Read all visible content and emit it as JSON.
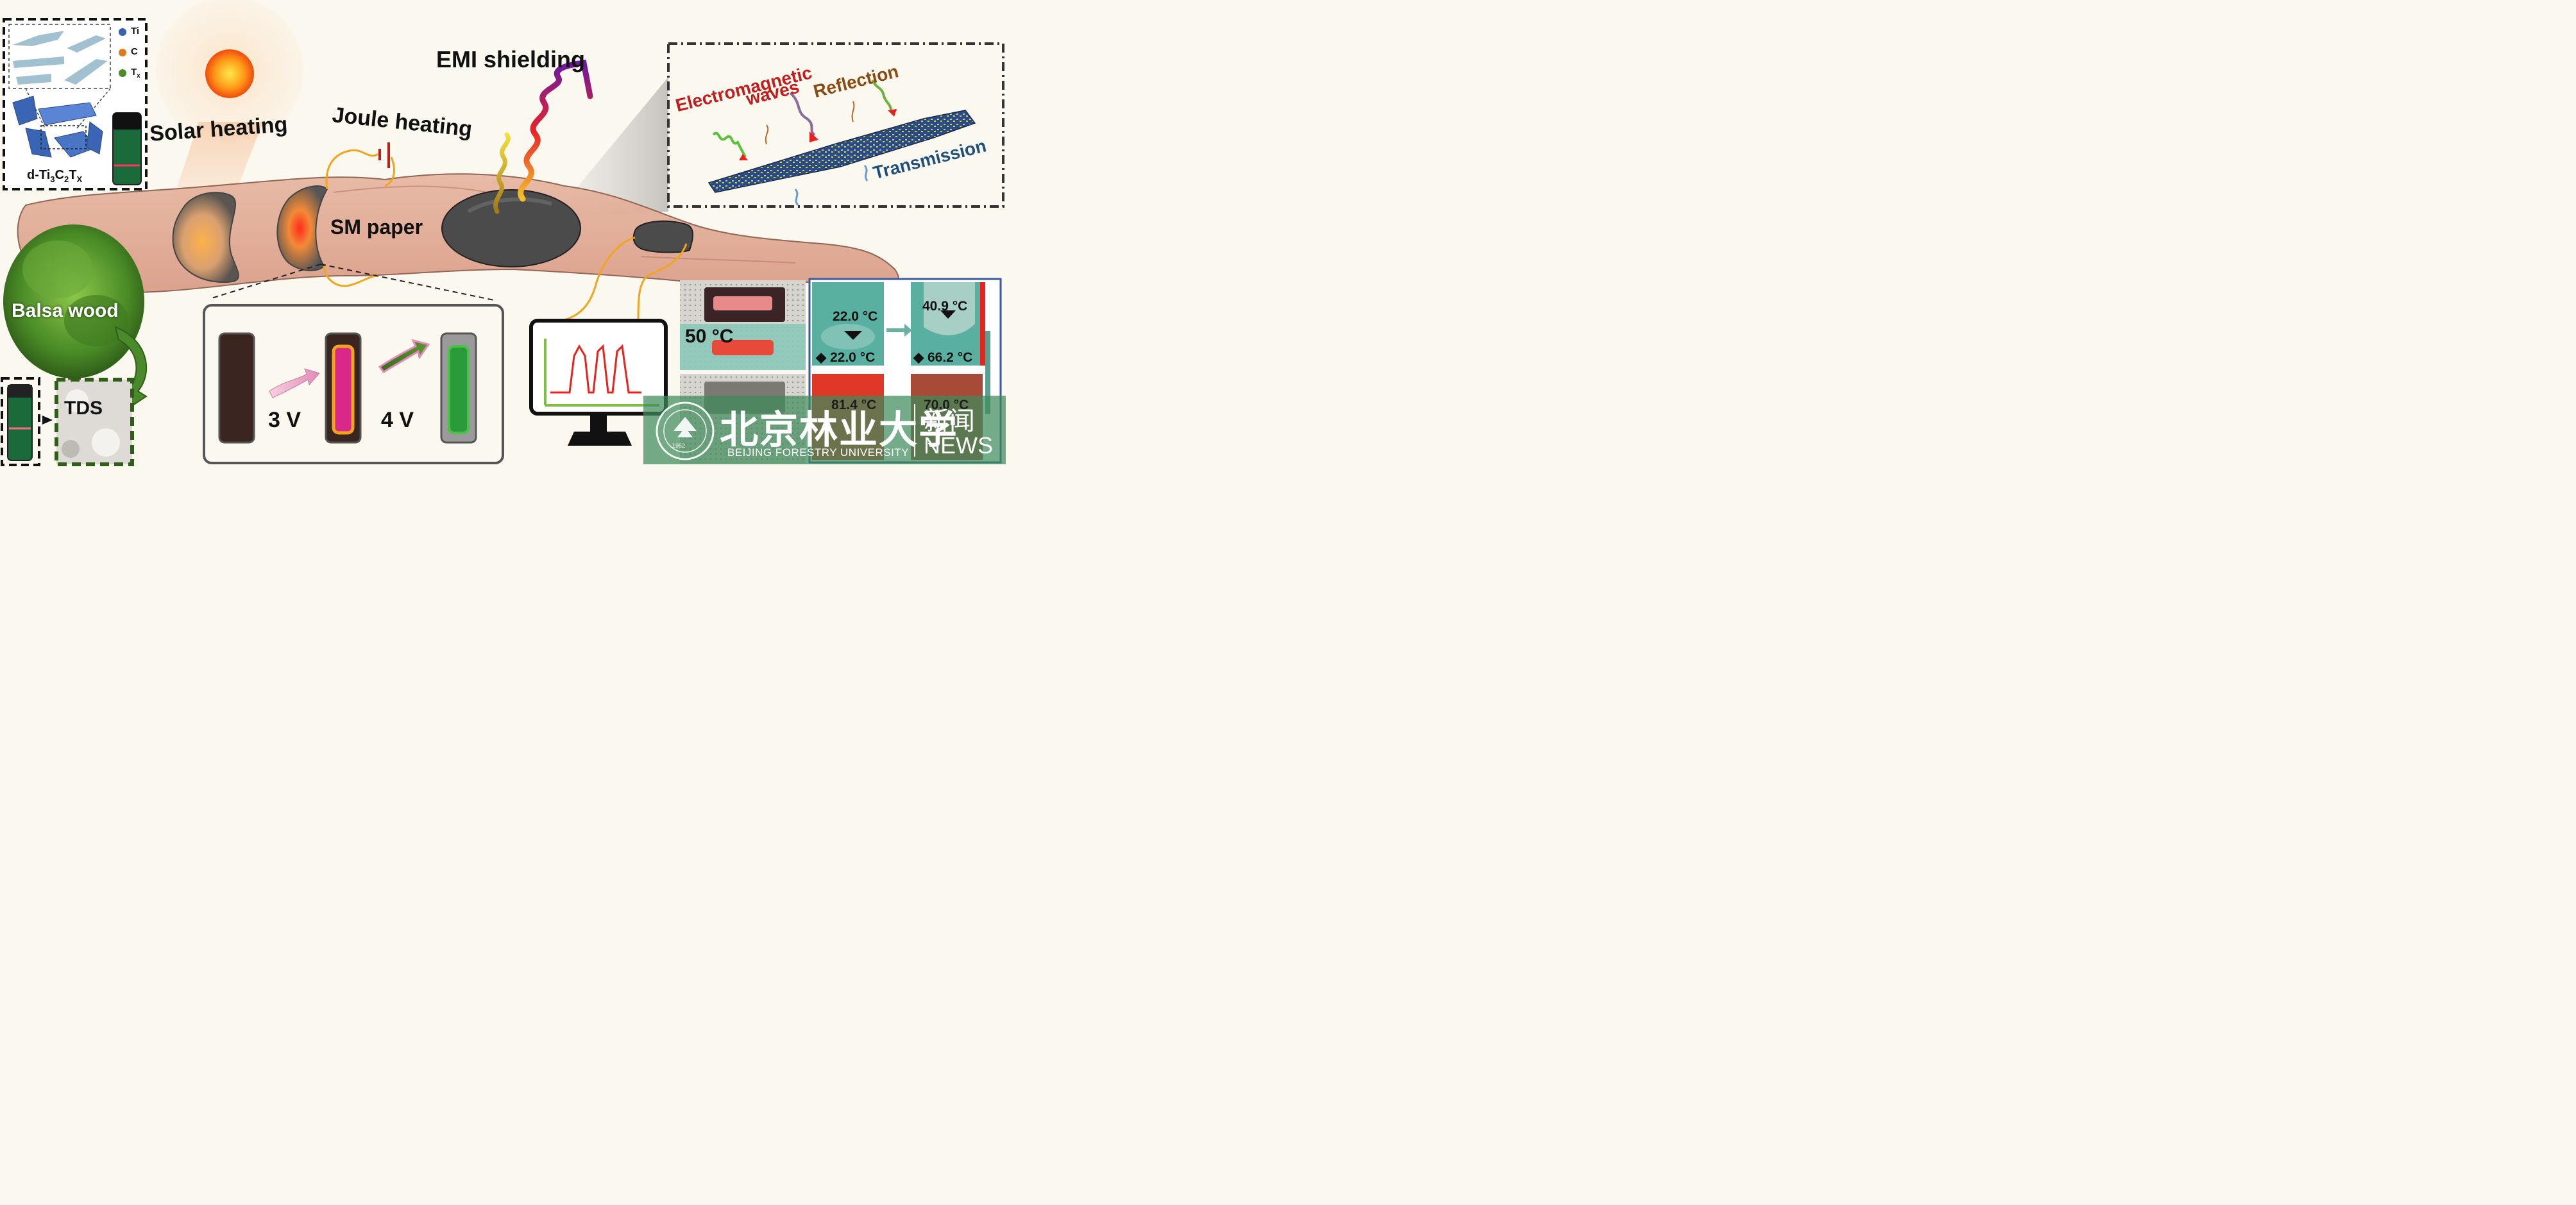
{
  "material_panel": {
    "legend": [
      {
        "symbol": "Ti",
        "color": "#3a5fb0"
      },
      {
        "symbol": "C",
        "color": "#e07a1e"
      },
      {
        "symbol": "T",
        "sub": "x",
        "color": "#4a8a2a"
      }
    ],
    "caption_parts": [
      "d-Ti",
      "3",
      "C",
      "2",
      "T",
      "X"
    ]
  },
  "sun_label": "Solar heating",
  "joule_label": "Joule heating",
  "emi_label": "EMI shielding",
  "emi_detail": {
    "electromagnetic": "Electromagnetic",
    "waves": "waves",
    "reflection": "Reflection",
    "transmission": "Transmission",
    "colors": {
      "em": "#c21d1d",
      "reflection": "#8a4a12",
      "transmission": "#1f4f7a"
    }
  },
  "sm_paper_label": "SM paper",
  "balsa_label": "Balsa wood",
  "tds_label": "TDS",
  "voltage_labels": [
    "3 V",
    "4 V"
  ],
  "thermal_label": "50 °C",
  "thermal_readings": {
    "panel1_top": "22.0 °C",
    "panel1_bottom": "22.0 °C",
    "panel2_top": "40.9 °C",
    "panel2_bottom": "66.2 °C",
    "panel3_top": "81.4 °C",
    "panel4_top": "70.0 °C"
  },
  "watermark": {
    "chinese": "北京林业大学",
    "english": "BEIJING FORESTRY UNIVERSITY",
    "news_zh": "新闻",
    "news_en": "NEWS",
    "seal_year": "1952",
    "seal_text": "BEIJING FORESTRY UNIVERSITY"
  }
}
